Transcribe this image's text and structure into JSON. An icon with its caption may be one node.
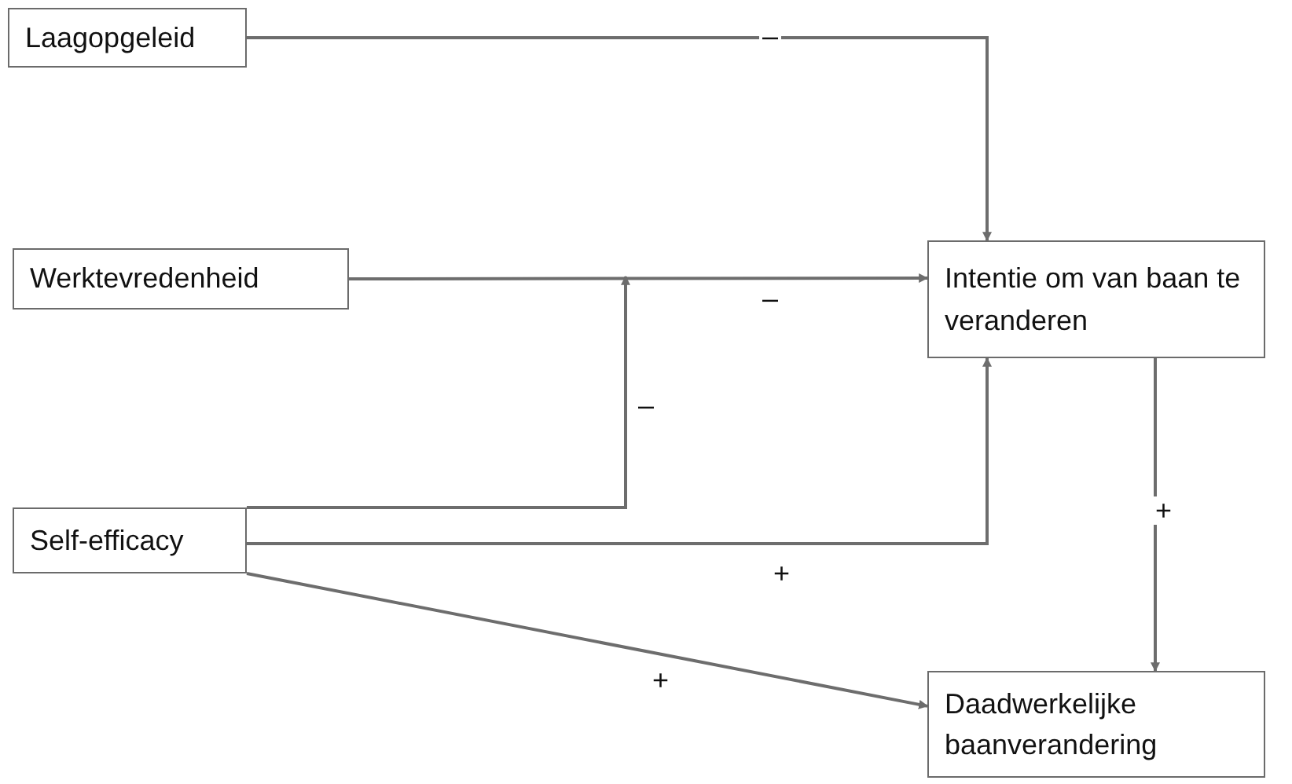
{
  "diagram": {
    "nodes": [
      {
        "text": [
          "Laagopgeleid"
        ]
      },
      {
        "text": [
          "Werktevredenheid"
        ]
      },
      {
        "text": [
          "Self-efficacy"
        ]
      },
      {
        "text": [
          "Intentie om van baan te veranderen"
        ]
      },
      {
        "text": [
          "Daadwerkelijke baanverandering"
        ]
      }
    ],
    "edges": [
      {
        "from": 0,
        "to": 3,
        "arrow": "to",
        "label": "–"
      },
      {
        "from": 1,
        "to": 3,
        "arrow": "to",
        "label": "–"
      },
      {
        "from": 2,
        "to": null,
        "arrow": "to",
        "label": "–"
      },
      {
        "from": 2,
        "to": 3,
        "arrow": "to",
        "label": "+"
      },
      {
        "from": 3,
        "to": 4,
        "arrow": "to",
        "label": "+"
      },
      {
        "from": 2,
        "to": 4,
        "arrow": "to",
        "label": "+"
      }
    ]
  }
}
